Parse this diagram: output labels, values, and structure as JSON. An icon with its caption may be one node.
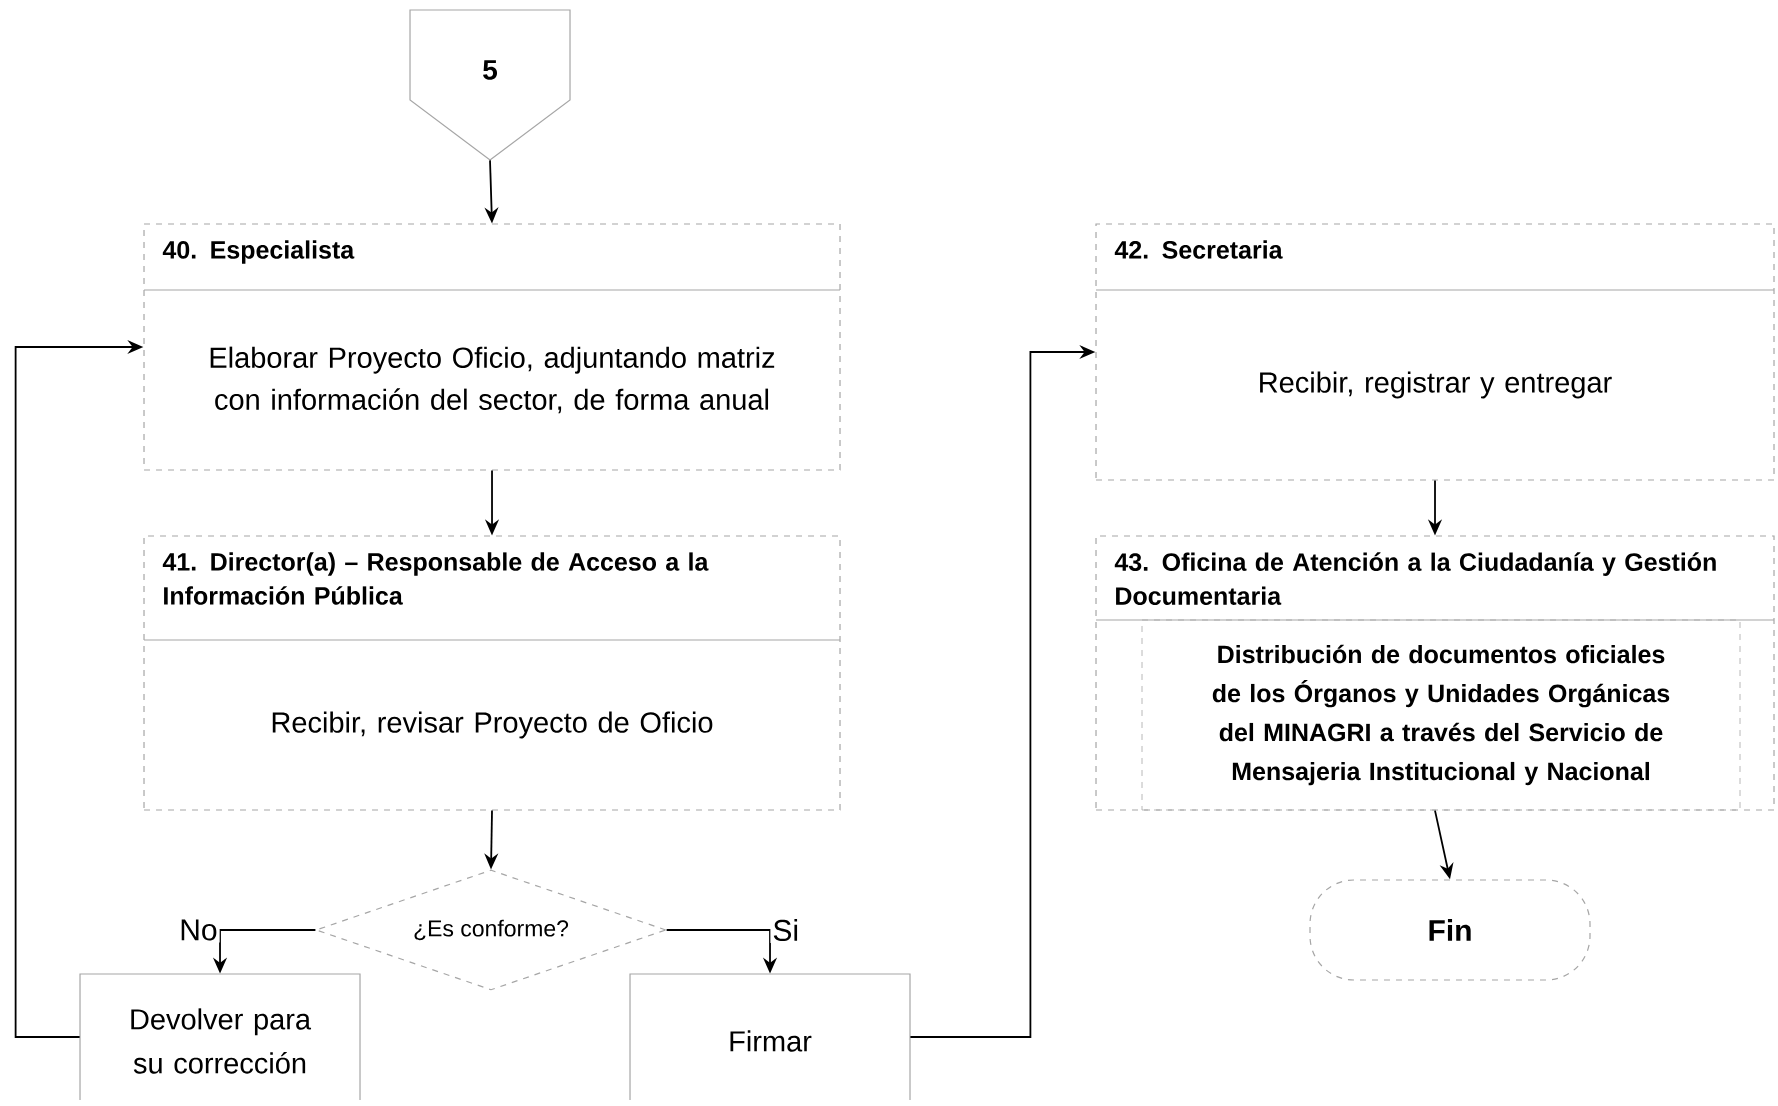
{
  "diagram": {
    "nodes": [
      {
        "text": [
          "5"
        ]
      },
      {
        "text": [
          "40. Especialista",
          "Elaborar Proyecto Oficio, adjuntando matriz con información del sector, de forma anual"
        ]
      },
      {
        "text": [
          "41. Director(a) – Responsable de Acceso a la Información Pública",
          "Recibir, revisar Proyecto de Oficio"
        ]
      },
      {
        "text": [
          "¿Es conforme?"
        ]
      },
      {
        "text": [
          "Devolver para su corrección"
        ]
      },
      {
        "text": [
          "Firmar"
        ]
      },
      {
        "text": [
          "42. Secretaria",
          "Recibir, registrar y entregar"
        ]
      },
      {
        "text": [
          "43. Oficina de Atención a la Ciudadanía y Gestión Documentaria",
          "Distribución de documentos oficiales de los Órganos y Unidades Orgánicas del MINAGRI a través del Servicio de Mensajeria Institucional y Nacional"
        ]
      },
      {
        "text": [
          "Fin"
        ]
      }
    ],
    "edges": [
      {
        "from": 0,
        "to": 1,
        "arrow": "to"
      },
      {
        "from": 1,
        "to": 2,
        "arrow": "to"
      },
      {
        "from": 2,
        "to": 3,
        "arrow": "to"
      },
      {
        "from": 3,
        "to": 4,
        "arrow": "to",
        "label": "No"
      },
      {
        "from": 3,
        "to": 5,
        "arrow": "to",
        "label": "Si"
      },
      {
        "from": 4,
        "to": 1,
        "arrow": "to"
      },
      {
        "from": 5,
        "to": 6,
        "arrow": "to"
      },
      {
        "from": 6,
        "to": 7,
        "arrow": "to"
      },
      {
        "from": 7,
        "to": 8,
        "arrow": "to"
      }
    ]
  }
}
